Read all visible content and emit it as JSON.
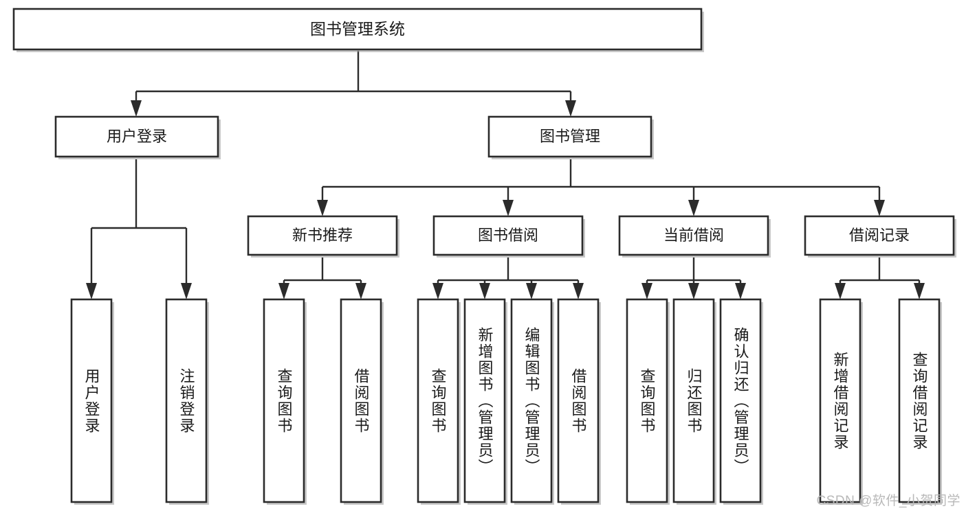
{
  "diagram": {
    "type": "tree-flowchart",
    "title": "图书管理系统",
    "theme": {
      "background": "#ffffff",
      "box_fill": "#ffffff",
      "box_stroke": "#2b2b2b",
      "connector_color": "#2b2b2b",
      "text_color": "#1a1a1a",
      "watermark_color": "#b9b9b9"
    },
    "levels": [
      {
        "level": 1,
        "orientation": "horizontal",
        "nodes": [
          {
            "id": "root",
            "label": "图书管理系统"
          }
        ]
      },
      {
        "level": 2,
        "orientation": "horizontal",
        "nodes": [
          {
            "id": "user-login",
            "label": "用户登录",
            "parent": "root"
          },
          {
            "id": "book-manage",
            "label": "图书管理",
            "parent": "root"
          }
        ]
      },
      {
        "level": 3,
        "orientation": "horizontal",
        "nodes": [
          {
            "id": "new-book-rec",
            "label": "新书推荐",
            "parent": "book-manage"
          },
          {
            "id": "book-borrow",
            "label": "图书借阅",
            "parent": "book-manage"
          },
          {
            "id": "current-borrow",
            "label": "当前借阅",
            "parent": "book-manage"
          },
          {
            "id": "borrow-record",
            "label": "借阅记录",
            "parent": "book-manage"
          }
        ]
      },
      {
        "level": 4,
        "orientation": "vertical",
        "nodes": [
          {
            "id": "leaf-user-login",
            "label": "用户登录",
            "parent": "user-login"
          },
          {
            "id": "leaf-logout-login",
            "label": "注销登录",
            "parent": "user-login"
          },
          {
            "id": "leaf-query-book-1",
            "label": "查询图书",
            "parent": "new-book-rec"
          },
          {
            "id": "leaf-borrow-book-1",
            "label": "借阅图书",
            "parent": "new-book-rec"
          },
          {
            "id": "leaf-query-book-2",
            "label": "查询图书",
            "parent": "book-borrow"
          },
          {
            "id": "leaf-add-book",
            "label": "新增图书（管理员）",
            "parent": "book-borrow"
          },
          {
            "id": "leaf-edit-book",
            "label": "编辑图书（管理员）",
            "parent": "book-borrow"
          },
          {
            "id": "leaf-borrow-book-2",
            "label": "借阅图书",
            "parent": "book-borrow"
          },
          {
            "id": "leaf-query-book-3",
            "label": "查询图书",
            "parent": "current-borrow"
          },
          {
            "id": "leaf-return-book",
            "label": "归还图书",
            "parent": "current-borrow"
          },
          {
            "id": "leaf-confirm-return",
            "label": "确认归还（管理员）",
            "parent": "current-borrow"
          },
          {
            "id": "leaf-add-record",
            "label": "新增借阅记录",
            "parent": "borrow-record"
          },
          {
            "id": "leaf-query-record",
            "label": "查询借阅记录",
            "parent": "borrow-record"
          }
        ]
      }
    ]
  },
  "watermark": {
    "text": "CSDN @软件_小贺同学"
  }
}
